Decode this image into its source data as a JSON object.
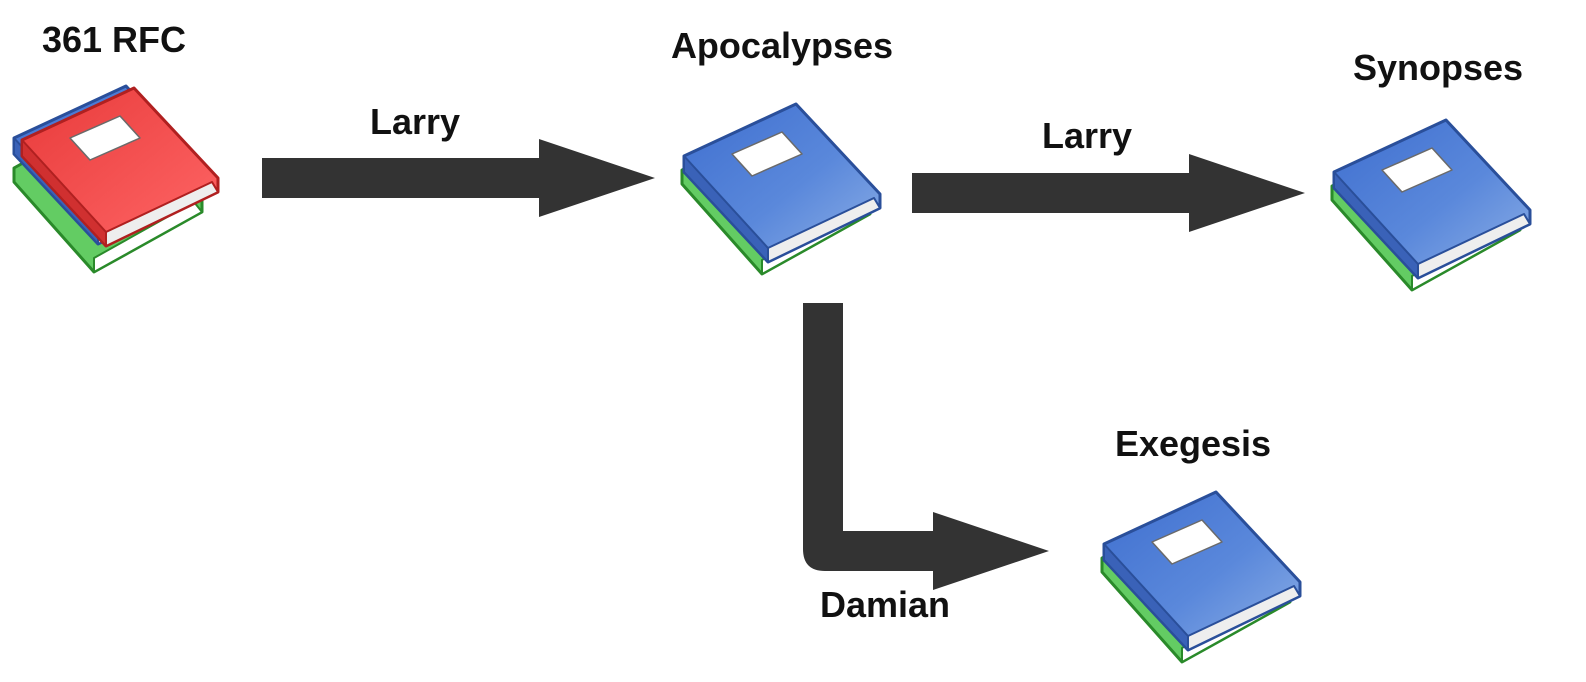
{
  "nodes": [
    {
      "id": "rfc",
      "label": "361 RFC",
      "icon": "book-stack-red-icon"
    },
    {
      "id": "apocalypses",
      "label": "Apocalypses",
      "icon": "book-stack-blue-icon"
    },
    {
      "id": "synopses",
      "label": "Synopses",
      "icon": "book-stack-blue-icon"
    },
    {
      "id": "exegesis",
      "label": "Exegesis",
      "icon": "book-stack-blue-icon"
    }
  ],
  "edges": [
    {
      "from": "rfc",
      "to": "apocalypses",
      "label": "Larry"
    },
    {
      "from": "apocalypses",
      "to": "synopses",
      "label": "Larry"
    },
    {
      "from": "apocalypses",
      "to": "exegesis",
      "label": "Damian"
    }
  ],
  "colors": {
    "arrow": "#333333",
    "book_red": "#ee4444",
    "book_blue": "#4a7fd4",
    "book_green": "#5cc85c"
  }
}
